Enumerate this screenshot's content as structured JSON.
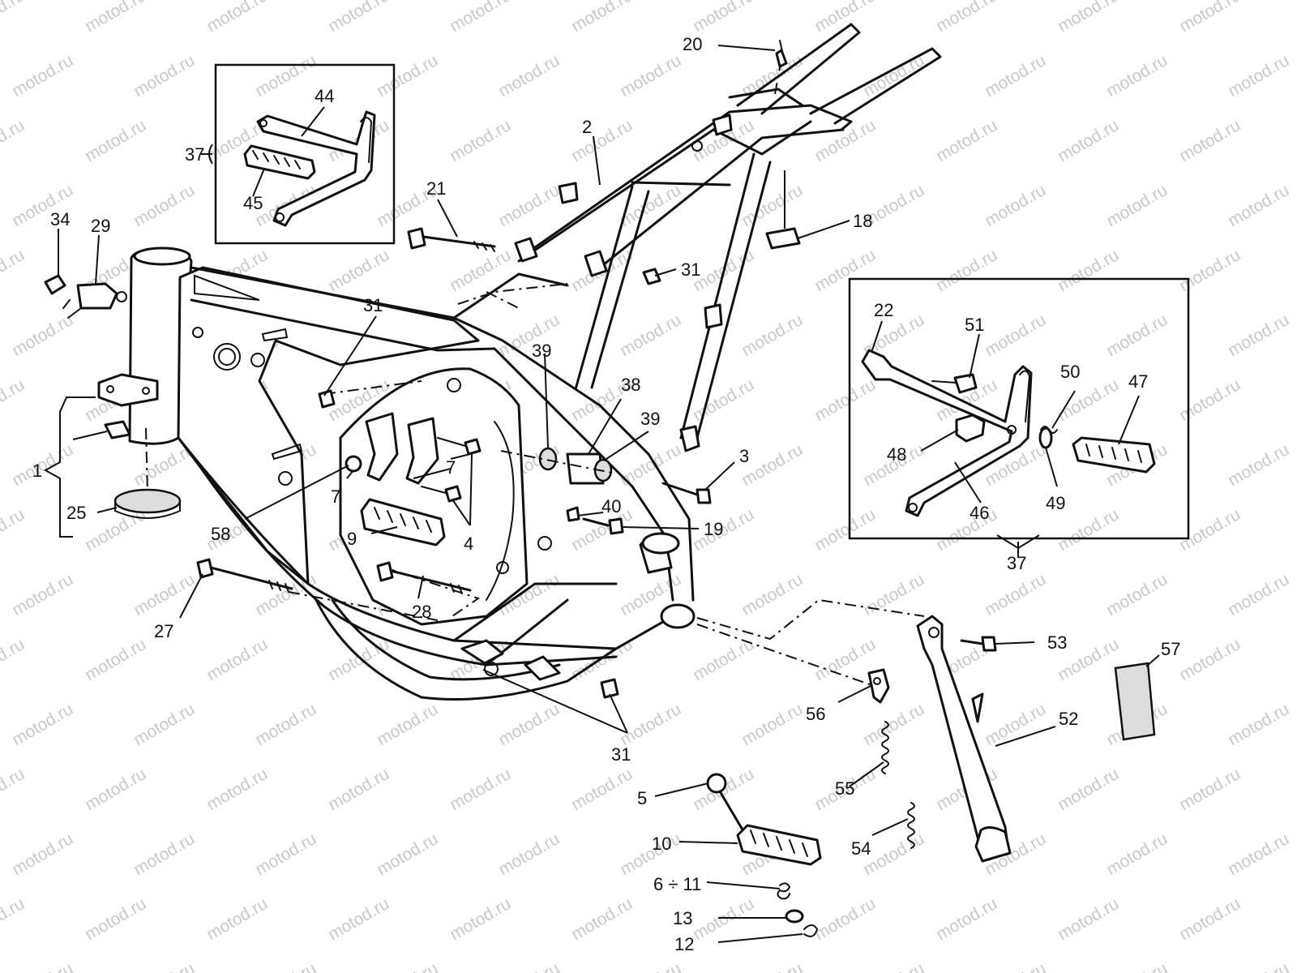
{
  "watermark": "motod.ru",
  "labels": [
    {
      "id": "l20",
      "text": "20"
    },
    {
      "id": "l2",
      "text": "2"
    },
    {
      "id": "l44",
      "text": "44"
    },
    {
      "id": "l37a",
      "text": "37"
    },
    {
      "id": "l45",
      "text": "45"
    },
    {
      "id": "l21",
      "text": "21"
    },
    {
      "id": "l18",
      "text": "18"
    },
    {
      "id": "l34",
      "text": "34"
    },
    {
      "id": "l29",
      "text": "29"
    },
    {
      "id": "l31a",
      "text": "31"
    },
    {
      "id": "l31b",
      "text": "31"
    },
    {
      "id": "l22",
      "text": "22"
    },
    {
      "id": "l51",
      "text": "51"
    },
    {
      "id": "l50",
      "text": "50"
    },
    {
      "id": "l47",
      "text": "47"
    },
    {
      "id": "l39a",
      "text": "39"
    },
    {
      "id": "l38",
      "text": "38"
    },
    {
      "id": "l39b",
      "text": "39"
    },
    {
      "id": "l48",
      "text": "48"
    },
    {
      "id": "l49",
      "text": "49"
    },
    {
      "id": "l46",
      "text": "46"
    },
    {
      "id": "l37b",
      "text": "37"
    },
    {
      "id": "l1",
      "text": "1"
    },
    {
      "id": "l7a",
      "text": "7"
    },
    {
      "id": "l7b",
      "text": "7"
    },
    {
      "id": "l3",
      "text": "3"
    },
    {
      "id": "l25",
      "text": "25"
    },
    {
      "id": "l58",
      "text": "58"
    },
    {
      "id": "l9",
      "text": "9"
    },
    {
      "id": "l4",
      "text": "4"
    },
    {
      "id": "l40",
      "text": "40"
    },
    {
      "id": "l19",
      "text": "19"
    },
    {
      "id": "l27",
      "text": "27"
    },
    {
      "id": "l28",
      "text": "28"
    },
    {
      "id": "l53",
      "text": "53"
    },
    {
      "id": "l57",
      "text": "57"
    },
    {
      "id": "l56",
      "text": "56"
    },
    {
      "id": "l52",
      "text": "52"
    },
    {
      "id": "l31c",
      "text": "31"
    },
    {
      "id": "l55",
      "text": "55"
    },
    {
      "id": "l5",
      "text": "5"
    },
    {
      "id": "l54",
      "text": "54"
    },
    {
      "id": "l10",
      "text": "10"
    },
    {
      "id": "l6_11",
      "text": "6 ÷ 11"
    },
    {
      "id": "l13",
      "text": "13"
    },
    {
      "id": "l12",
      "text": "12"
    }
  ]
}
